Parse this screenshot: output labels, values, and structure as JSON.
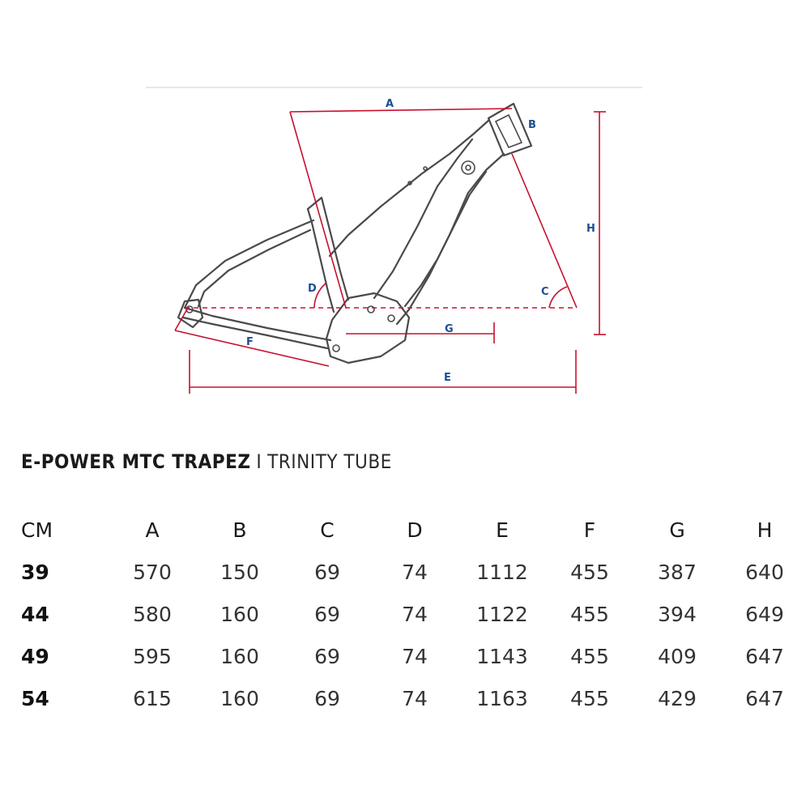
{
  "title": {
    "bold": "E-POWER MTC TRAPEZ",
    "separator": "I",
    "light": "TRINITY TUBE"
  },
  "diagram": {
    "labels": {
      "A": "A",
      "B": "B",
      "C": "C",
      "D": "D",
      "E": "E",
      "F": "F",
      "G": "G",
      "H": "H"
    }
  },
  "table": {
    "headers": [
      "CM",
      "A",
      "B",
      "C",
      "D",
      "E",
      "F",
      "G",
      "H"
    ],
    "rows": [
      [
        "39",
        "570",
        "150",
        "69",
        "74",
        "1112",
        "455",
        "387",
        "640"
      ],
      [
        "44",
        "580",
        "160",
        "69",
        "74",
        "1122",
        "455",
        "394",
        "649"
      ],
      [
        "49",
        "595",
        "160",
        "69",
        "74",
        "1143",
        "455",
        "409",
        "647"
      ],
      [
        "54",
        "615",
        "160",
        "69",
        "74",
        "1163",
        "455",
        "429",
        "647"
      ]
    ]
  },
  "colors": {
    "dimension_line": "#c8102e",
    "dimension_label": "#1d4f91",
    "frame_outline": "#4a4a4a"
  }
}
